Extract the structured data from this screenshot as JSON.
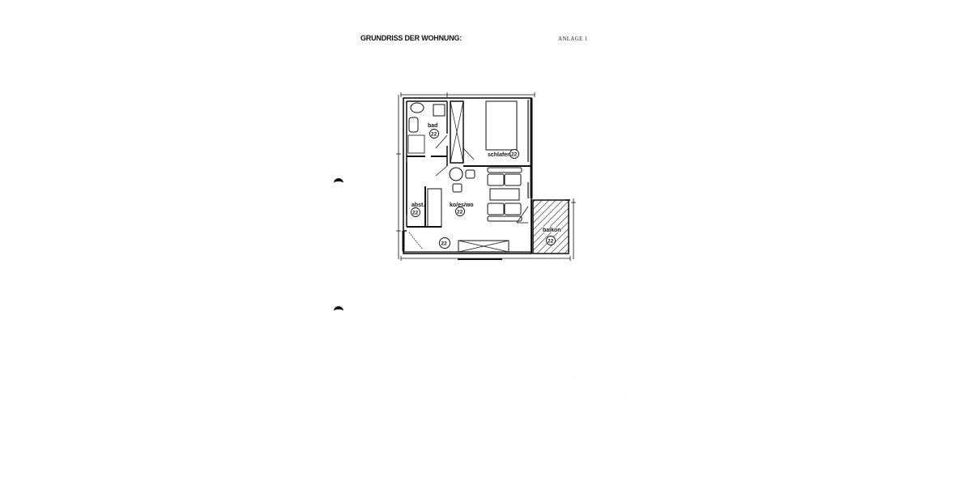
{
  "document": {
    "title": "GRUNDRISS DER WOHNUNG:",
    "annex": "ANLAGE  1"
  },
  "floor_plan": {
    "rooms": [
      {
        "id": "bad",
        "label": "bad",
        "number": "22"
      },
      {
        "id": "schlafen",
        "label": "schlafen",
        "number": "22"
      },
      {
        "id": "abst",
        "label": "abst.",
        "number": "22"
      },
      {
        "id": "kochen-essen-wohnen",
        "label": "ko/es/wo",
        "number": "22"
      },
      {
        "id": "flur",
        "label": "",
        "number": "22"
      },
      {
        "id": "balkon",
        "label": "balkon",
        "number": "22"
      }
    ]
  },
  "icons": {
    "punch_hole_top": "punch-hole-mark",
    "punch_hole_bottom": "punch-hole-mark"
  }
}
